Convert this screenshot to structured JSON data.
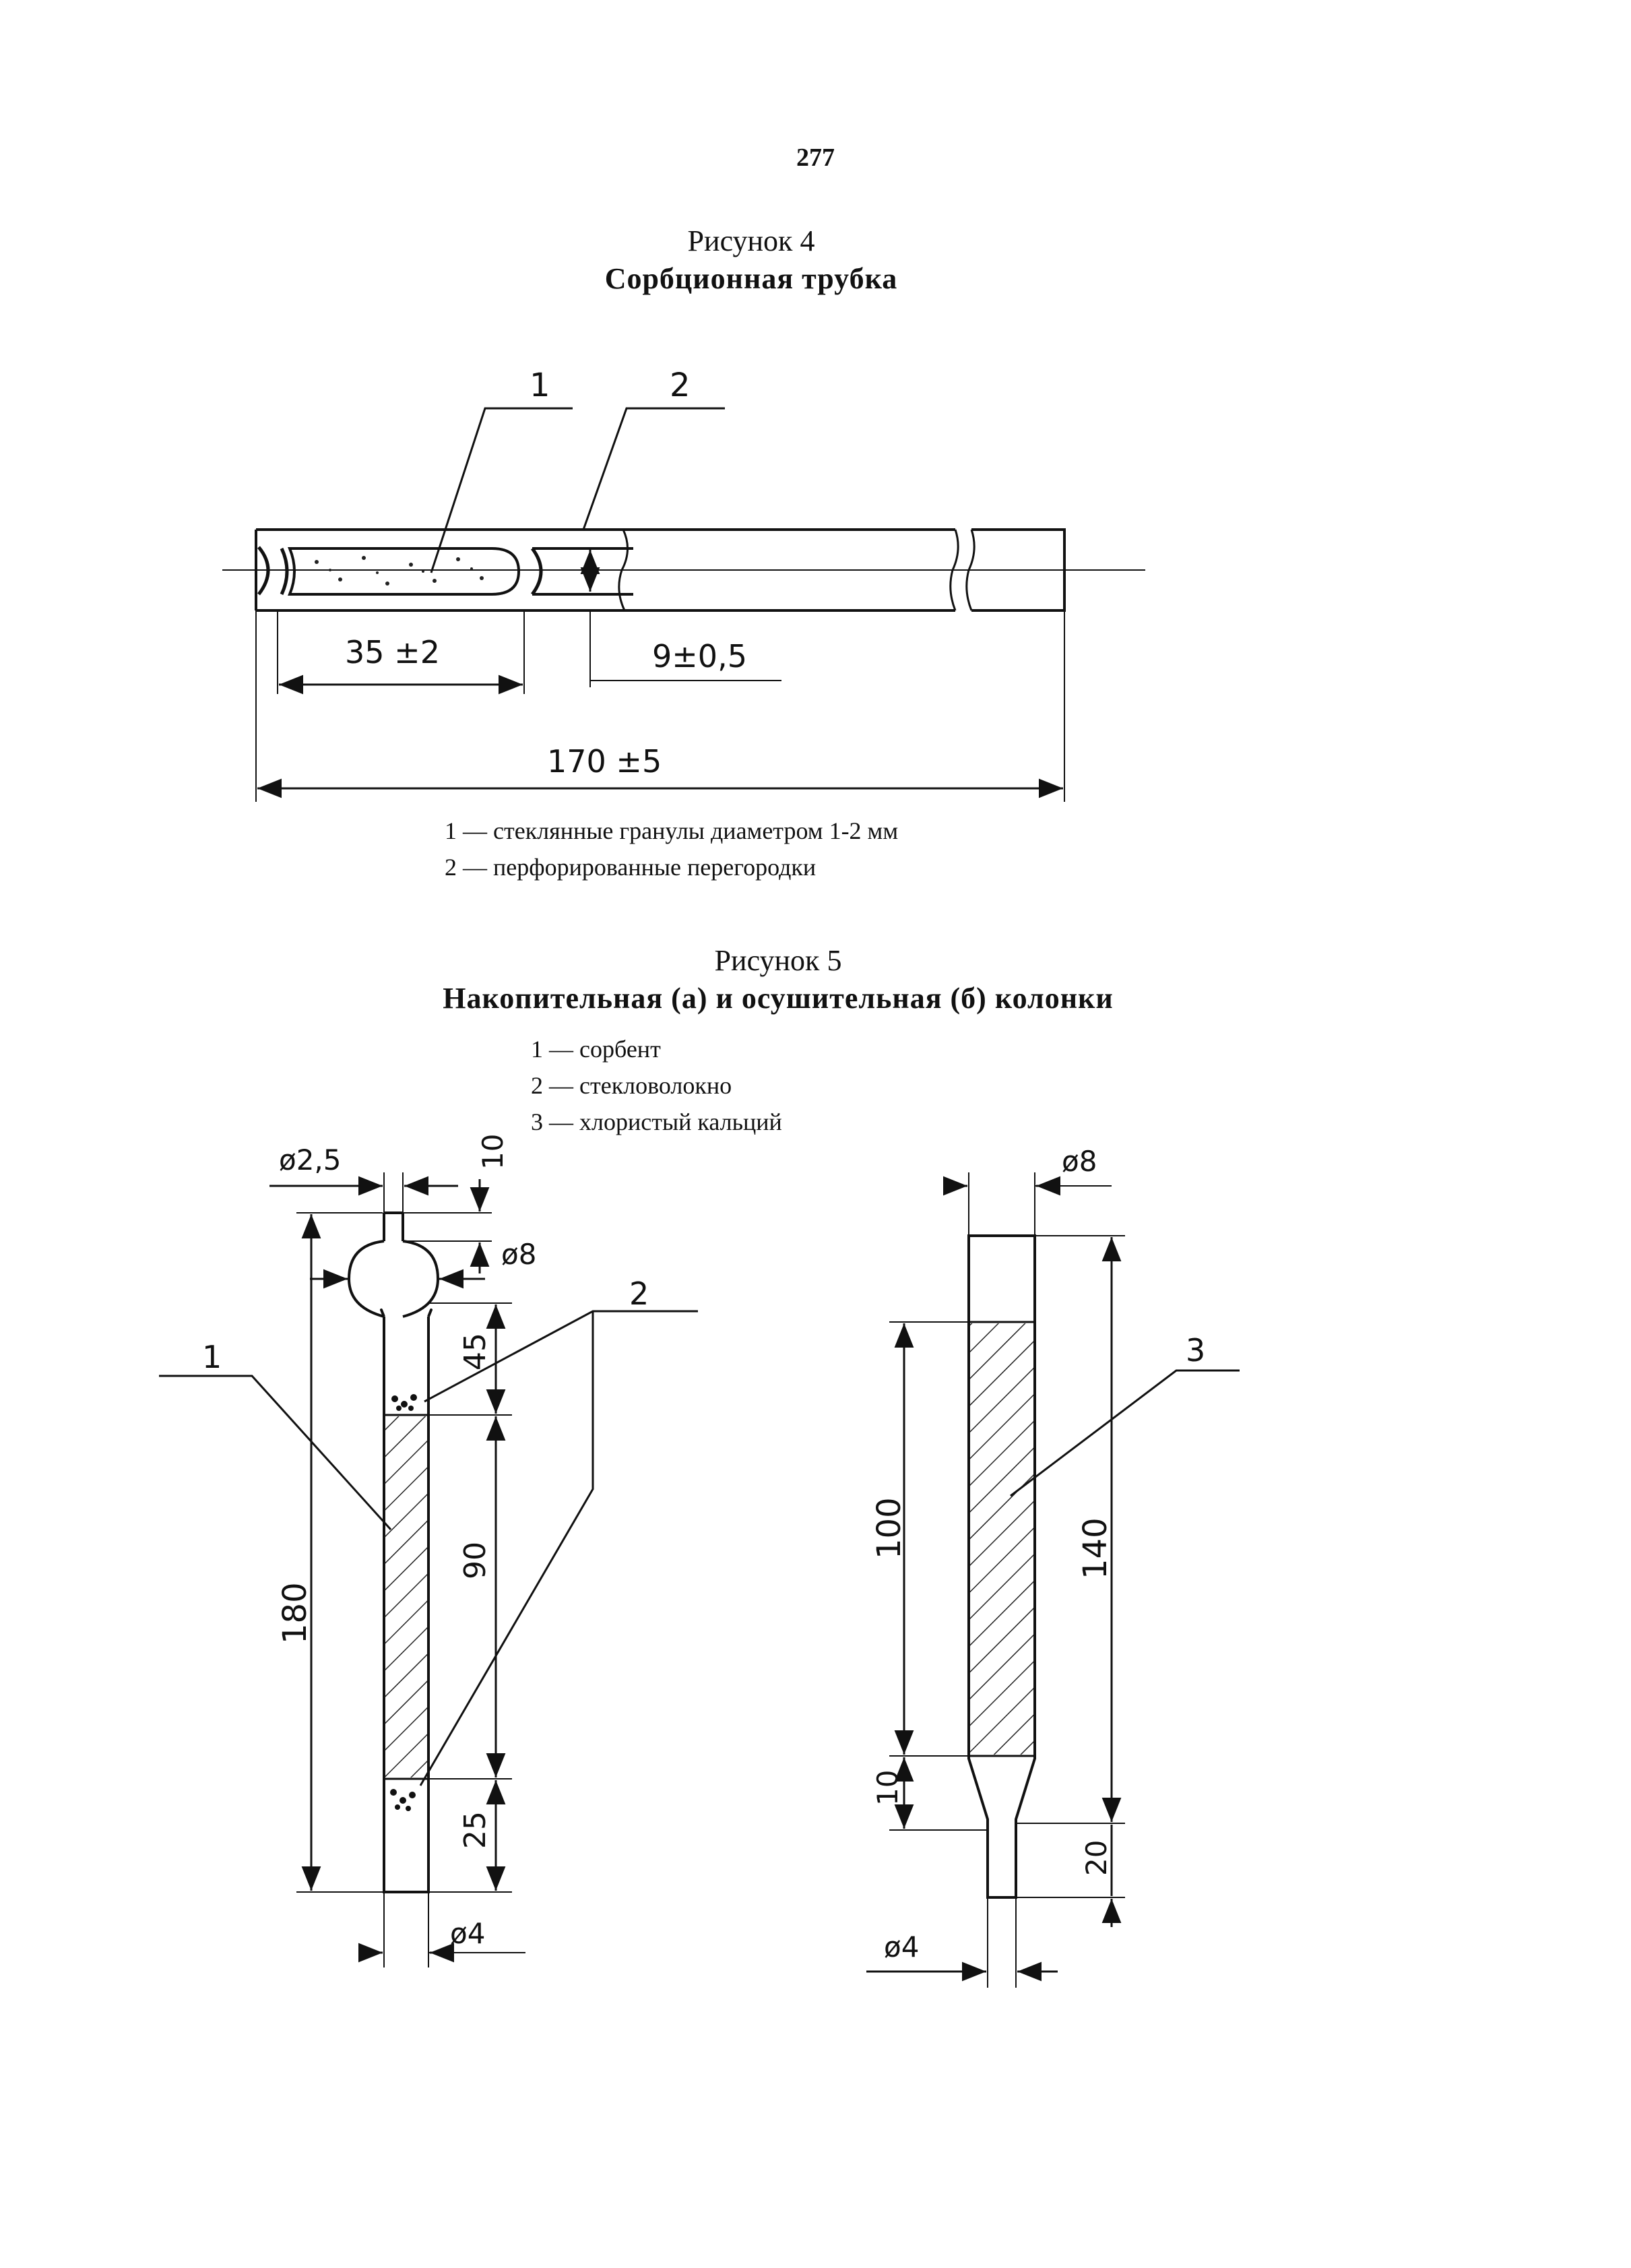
{
  "page_number": "277",
  "figure4": {
    "number": "Рисунок 4",
    "title": "Сорбционная трубка",
    "callouts": [
      "1",
      "2"
    ],
    "dimensions": {
      "granules_len": "35 ±2",
      "inner_diam": "9±0,5",
      "total_len": "170 ±5"
    },
    "legend": [
      "1 — стеклянные гранулы диаметром 1-2 мм",
      "2 — перфорированные перегородки"
    ]
  },
  "figure5": {
    "number": "Рисунок 5",
    "title": "Накопительная (а) и осушительная (б) колонки",
    "legend": [
      "1 — сорбент",
      "2 — стекловолокно",
      "3 — хлористый кальций"
    ],
    "column_a": {
      "callouts": [
        "1",
        "2"
      ],
      "dims": {
        "d_top": "ø2,5",
        "top_len": "10",
        "d_bulb": "ø8",
        "seg1": "45",
        "seg2": "90",
        "seg3": "25",
        "total": "180",
        "d_bottom": "ø4"
      }
    },
    "column_b": {
      "callouts": [
        "3"
      ],
      "dims": {
        "d_top": "ø8",
        "fill_len": "100",
        "gap_len": "10",
        "body_len": "140",
        "tip_len": "20",
        "d_tip": "ø4"
      }
    }
  }
}
